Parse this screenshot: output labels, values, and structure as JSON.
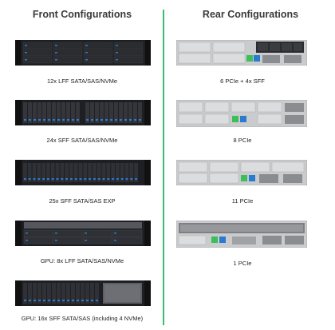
{
  "headings": {
    "front": "Front Configurations",
    "rear": "Rear Configurations"
  },
  "front": [
    {
      "name": "12x-lff",
      "caption": "12x LFF SATA/SAS/NVMe",
      "icon": "server-front-12-lff"
    },
    {
      "name": "24x-sff",
      "caption": "24x SFF SATA/SAS/NVMe",
      "icon": "server-front-24-sff"
    },
    {
      "name": "25x-sff",
      "caption": "25x SFF SATA/SAS EXP",
      "icon": "server-front-25-sff"
    },
    {
      "name": "gpu-8x-lff",
      "caption": "GPU: 8x LFF SATA/SAS/NVMe",
      "icon": "server-front-gpu-8-lff"
    },
    {
      "name": "gpu-16x-sff",
      "caption": "GPU: 16x SFF SATA/SAS (including 4 NVMe)",
      "icon": "server-front-gpu-16-sff"
    }
  ],
  "rear": [
    {
      "name": "6-pcie-4-sff",
      "caption": "6 PCIe + 4x SFF",
      "icon": "server-rear-6-pcie-4-sff"
    },
    {
      "name": "8-pcie",
      "caption": "8 PCIe",
      "icon": "server-rear-8-pcie"
    },
    {
      "name": "11-pcie",
      "caption": "11 PCIe",
      "icon": "server-rear-11-pcie"
    },
    {
      "name": "1-pcie",
      "caption": "1 PCIe",
      "icon": "server-rear-1-pcie"
    }
  ],
  "colors": {
    "divider": "#3dbb6d",
    "chassis_front": "#1e1f22",
    "chassis_rear": "#c9cbcd",
    "accent_blue": "#2a7bd0",
    "accent_green": "#3cbf5a"
  }
}
